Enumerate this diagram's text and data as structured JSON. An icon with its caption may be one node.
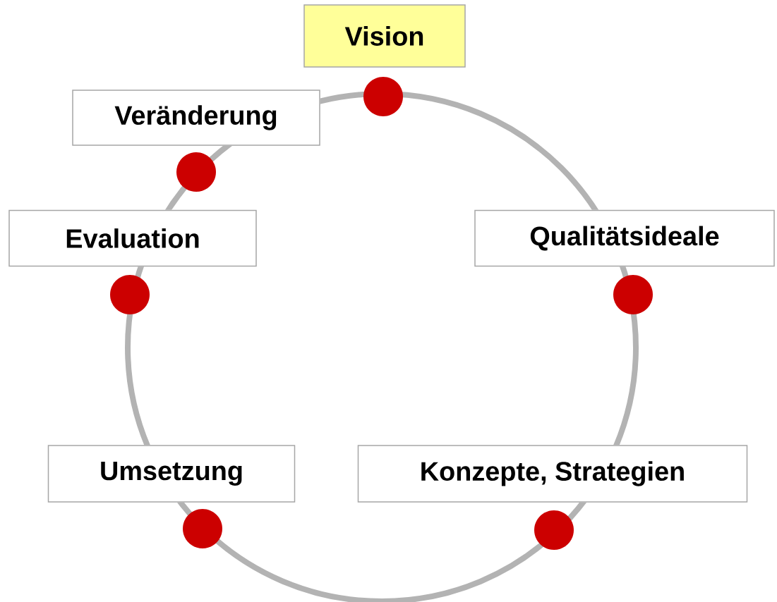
{
  "diagram": {
    "nodes": [
      {
        "text": [
          "Vision"
        ]
      },
      {
        "text": [
          "Veränderung"
        ]
      },
      {
        "text": [
          "Evaluation"
        ]
      },
      {
        "text": [
          "Qualitätsideale"
        ]
      },
      {
        "text": [
          "Umsetzung"
        ]
      },
      {
        "text": [
          "Konzepte, Strategien"
        ]
      }
    ]
  }
}
